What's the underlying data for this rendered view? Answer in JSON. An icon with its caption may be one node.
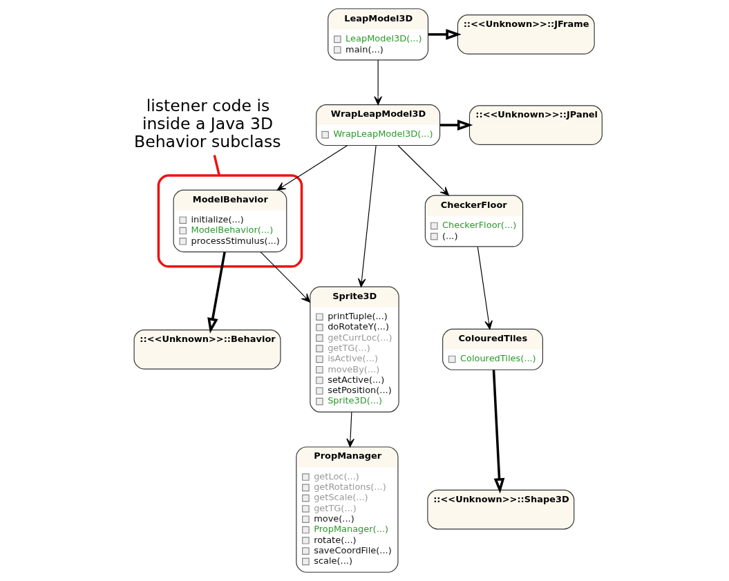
{
  "diagram": {
    "nodes": [
      {
        "text": [
          "LeapModel3D",
          "LeapModel3D(...)",
          "main(...)"
        ]
      },
      {
        "text": [
          "::<<Unknown>>::JFrame"
        ]
      },
      {
        "text": [
          "WrapLeapModel3D",
          "WrapLeapModel3D(...)"
        ]
      },
      {
        "text": [
          "::<<Unknown>>::JPanel"
        ]
      },
      {
        "text": [
          "listener code is inside a Java 3D Behavior subclass"
        ]
      },
      {
        "text": [],
        "shape": "ellipse"
      },
      {
        "text": [
          "ModelBehavior",
          "initialize(...)",
          "ModelBehavior(...)",
          "processStimulus(...)"
        ],
        "in": 5
      },
      {
        "text": [
          "::<<Unknown>>::Behavior"
        ]
      },
      {
        "text": [
          "Sprite3D",
          "printTuple(...)",
          "doRotateY(...)",
          "getCurrLoc(...)",
          "getTG(...)",
          "isActive(...)",
          "moveBy(...)",
          "setActive(...)",
          "setPosition(...)",
          "Sprite3D(...)"
        ]
      },
      {
        "text": [
          "CheckerFloor",
          "CheckerFloor(...)",
          "(...)"
        ]
      },
      {
        "text": [
          "ColouredTiles",
          "ColouredTiles(...)"
        ]
      },
      {
        "text": [
          "PropManager",
          "getLoc(...)",
          "getRotations(...)",
          "getScale(...)",
          "getTG(...)",
          "move(...)",
          "PropManager(...)",
          "rotate(...)",
          "saveCoordFile(...)",
          "scale(...)"
        ]
      },
      {
        "text": [
          "::<<Unknown>>::Shape3D"
        ]
      }
    ],
    "edges": [
      {
        "from": 0,
        "to": 1,
        "arrow": "to",
        "style": "thick"
      },
      {
        "from": 0,
        "to": 2,
        "arrow": "to"
      },
      {
        "from": 2,
        "to": 3,
        "arrow": "to",
        "style": "thick"
      },
      {
        "from": 2,
        "to": 6,
        "arrow": "to"
      },
      {
        "from": 2,
        "to": 8,
        "arrow": "to"
      },
      {
        "from": 2,
        "to": 9,
        "arrow": "to"
      },
      {
        "from": 4,
        "to": 5,
        "arrow": "none",
        "style": "thick",
        "color": "#ee1111"
      },
      {
        "from": 6,
        "to": 8,
        "arrow": "to"
      },
      {
        "from": 6,
        "to": 7,
        "arrow": "to",
        "style": "thick"
      },
      {
        "from": 9,
        "to": 10,
        "arrow": "to"
      },
      {
        "from": 8,
        "to": 11,
        "arrow": "to"
      },
      {
        "from": 10,
        "to": 12,
        "arrow": "to",
        "style": "thick"
      }
    ]
  }
}
